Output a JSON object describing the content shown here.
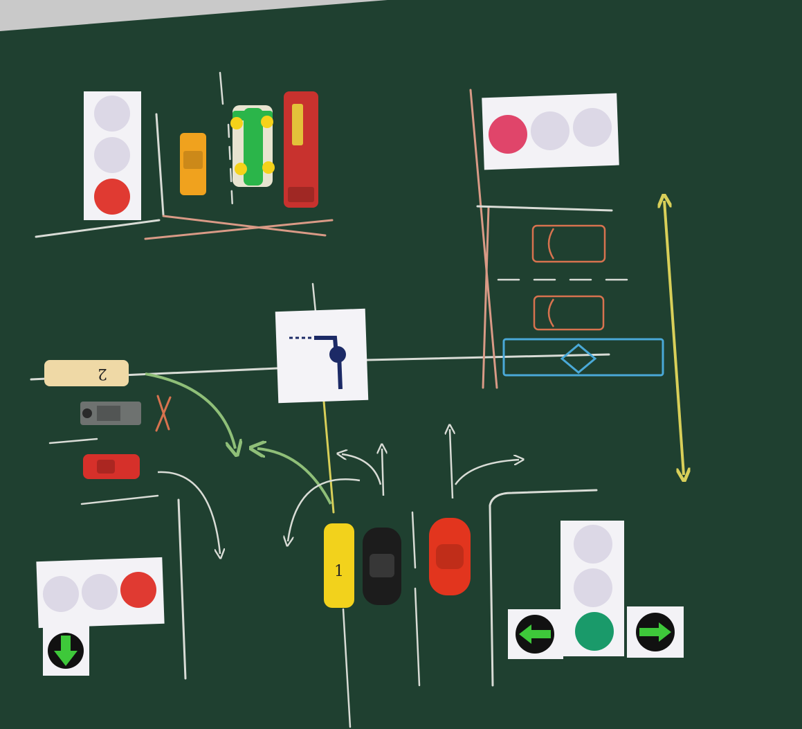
{
  "scene": {
    "board_color": "#1f4030",
    "frame_color": "#c9c9c9",
    "chalk_colors": {
      "white": "#d9dcd6",
      "pink": "#d99a86",
      "green": "#8fbf78",
      "yellow": "#d8cf59",
      "blue": "#4aa9d8",
      "orange": "#d8734f"
    }
  },
  "signals": {
    "lamp_off_color": "#dcd8e6",
    "red_color": "#e03a32",
    "pink_red_color": "#e0456a",
    "green_color": "#1a9a6a",
    "arrow_green": "#3ec83a",
    "top_left": {
      "orientation": "vertical",
      "lit": "red"
    },
    "top_right": {
      "orientation": "horizontal",
      "lit": "red"
    },
    "bottom_left": {
      "orientation": "horizontal",
      "lit": "red",
      "arrow": "down"
    },
    "bottom_right": {
      "orientation": "vertical",
      "lit": "green",
      "arrows": [
        "left",
        "right"
      ]
    }
  },
  "priority_sign": {
    "color": "#1c2a66"
  },
  "vehicles": [
    {
      "id": "orange-car",
      "color": "#f0a21e"
    },
    {
      "id": "green-race-car",
      "color": "#2bb54a"
    },
    {
      "id": "red-bus",
      "color": "#c8322e"
    },
    {
      "id": "cream-bus",
      "color": "#efd9a6",
      "label": "2"
    },
    {
      "id": "grey-jeep",
      "color": "#6e7270"
    },
    {
      "id": "red-sports-car",
      "color": "#d6302a"
    },
    {
      "id": "yellow-bus",
      "color": "#f2d21c",
      "label": "1"
    },
    {
      "id": "black-car",
      "color": "#1c1c1c"
    },
    {
      "id": "red-beetle",
      "color": "#e2351e"
    }
  ]
}
